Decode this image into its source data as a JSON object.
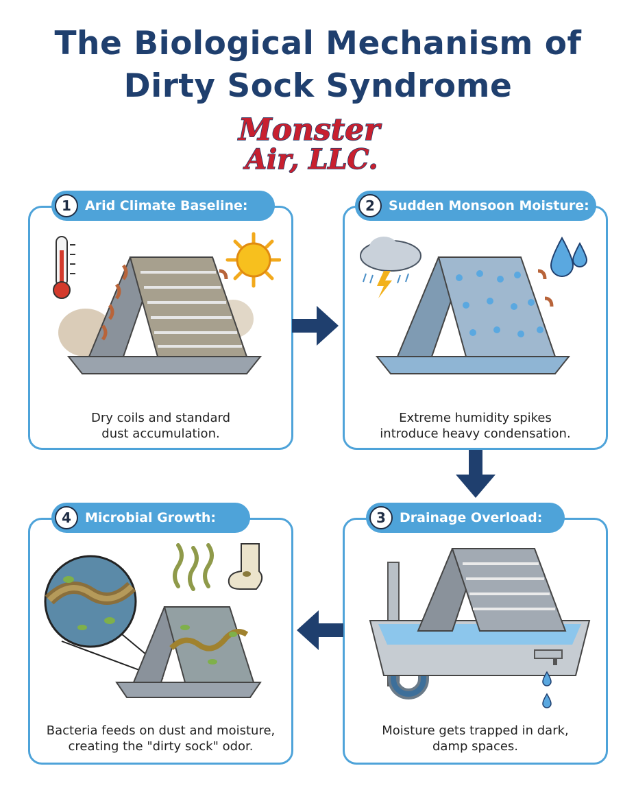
{
  "title": {
    "line1": "The Biological Mechanism of",
    "line2": "Dirty Sock Syndrome"
  },
  "logo": {
    "word1": "Monster",
    "word2": "Air, LLC."
  },
  "steps": [
    {
      "number": "1",
      "label": "Arid Climate Baseline:",
      "caption_line1": "Dry coils and standard",
      "caption_line2": "dust accumulation."
    },
    {
      "number": "2",
      "label": "Sudden Monsoon Moisture:",
      "caption_line1": "Extreme humidity spikes",
      "caption_line2": "introduce heavy condensation."
    },
    {
      "number": "3",
      "label": "Drainage Overload:",
      "caption_line1": "Moisture gets trapped in dark,",
      "caption_line2": "damp spaces."
    },
    {
      "number": "4",
      "label": "Microbial Growth:",
      "caption_line1": "Bacteria feeds on dust and moisture,",
      "caption_line2": "creating the \"dirty sock\" odor."
    }
  ],
  "colors": {
    "title": "#1f3f6e",
    "panel_border": "#4ea3d9",
    "arrow": "#1f3f6e",
    "copper": "#b8643a"
  },
  "icons": {
    "step1": [
      "thermometer-icon",
      "sun-icon"
    ],
    "step2": [
      "storm-cloud-icon",
      "water-drops-icon"
    ],
    "step3": [
      "drain-pipe-icon"
    ],
    "step4": [
      "odor-waves-icon",
      "dirty-sock-icon",
      "magnifier-icon"
    ]
  }
}
